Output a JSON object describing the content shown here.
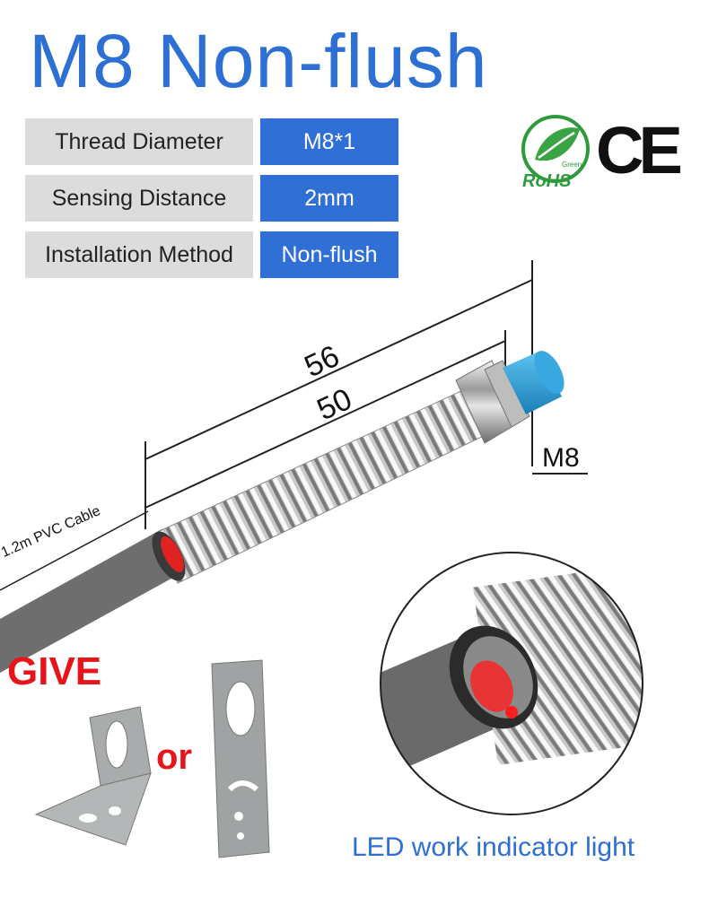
{
  "title": "M8 Non-flush",
  "specs": [
    {
      "label": "Thread Diameter",
      "value": "M8*1"
    },
    {
      "label": "Sensing Distance",
      "value": "2mm"
    },
    {
      "label": "Installation Method",
      "value": "Non-flush"
    }
  ],
  "certifications": {
    "rohs_logo_text": "RoHS",
    "rohs_small_text": "Green",
    "ce_mark": "CE"
  },
  "dimensions": {
    "total_length": "56",
    "thread_length": "50",
    "thread_size": "M8",
    "cable": "1.2m PVC Cable"
  },
  "accessories": {
    "give_label": "GIVE",
    "or_label": "or"
  },
  "detail_caption": "LED work indicator light",
  "colors": {
    "title_blue": "#2d6fd3",
    "value_blue": "#2f6fd6",
    "label_gray": "#dcdcdc",
    "give_red": "#e8141a",
    "sensor_cap_blue": "#2f9fd8",
    "cable_gray": "#6e6e6e",
    "led_red": "#ff1e1e"
  }
}
